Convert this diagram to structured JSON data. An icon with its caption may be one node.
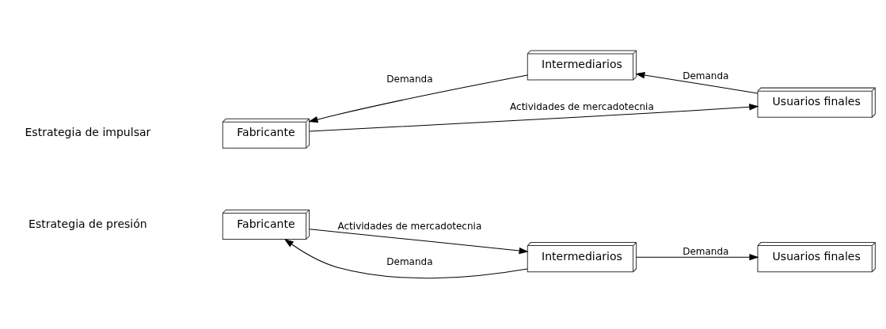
{
  "diagram": {
    "nodes": [
      {
        "text": [
          "Fabricante"
        ]
      },
      {
        "text": [
          "Intermediarios"
        ]
      },
      {
        "text": [
          "Usuarios finales"
        ]
      },
      {
        "text": [
          "Fabricante"
        ]
      },
      {
        "text": [
          "Intermediarios"
        ]
      },
      {
        "text": [
          "Usuarios finales"
        ]
      }
    ],
    "edges": [
      {
        "from": 0,
        "to": 1,
        "arrow": "to",
        "label": "Actividades de mercadotecnia"
      },
      {
        "from": 1,
        "to": 2,
        "arrow": "to",
        "label": "Demanda"
      },
      {
        "from": 1,
        "to": 0,
        "arrow": "to",
        "label": "Demanda"
      },
      {
        "from": 3,
        "to": 5,
        "arrow": "to",
        "label": "Actividades de mercadotecnia"
      },
      {
        "from": 5,
        "to": 4,
        "arrow": "to",
        "label": "Demanda"
      },
      {
        "from": 4,
        "to": 3,
        "arrow": "to",
        "label": "Demanda"
      }
    ],
    "labels": [
      "Estrategia de presión",
      "Estrategia de impulsar"
    ]
  }
}
